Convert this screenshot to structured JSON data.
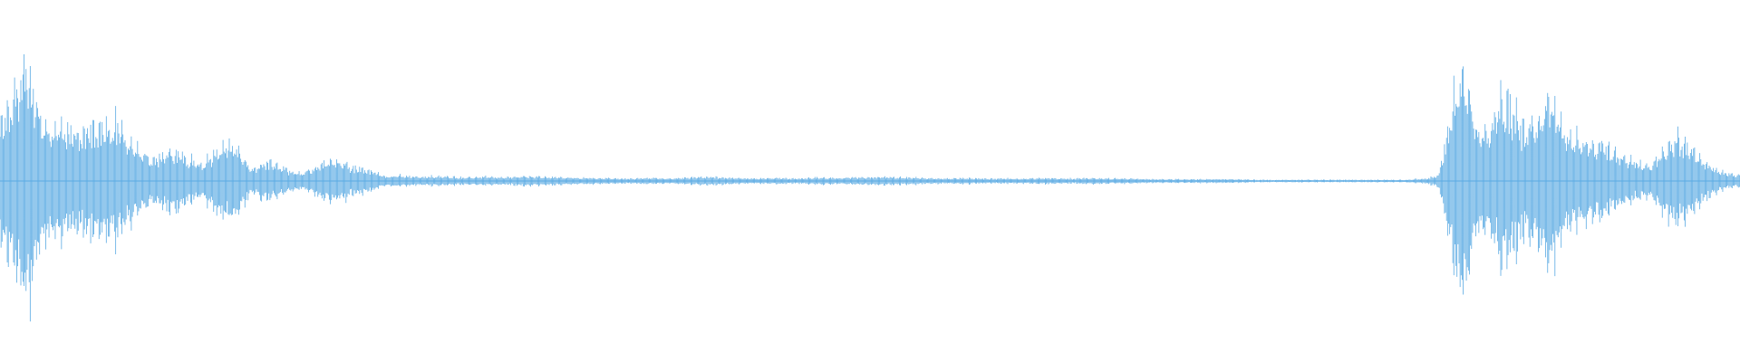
{
  "waveform": {
    "color": "#5aaae3",
    "background": "#ffffff",
    "envelope": [
      [
        0.0,
        0.55
      ],
      [
        0.4,
        0.62
      ],
      [
        0.8,
        0.8
      ],
      [
        1.3,
        1.0
      ],
      [
        1.8,
        0.62
      ],
      [
        2.4,
        0.45
      ],
      [
        3.2,
        0.42
      ],
      [
        4.0,
        0.44
      ],
      [
        4.8,
        0.46
      ],
      [
        5.6,
        0.48
      ],
      [
        6.4,
        0.3
      ],
      [
        7.2,
        0.18
      ],
      [
        8.0,
        0.25
      ],
      [
        8.8,
        0.22
      ],
      [
        9.6,
        0.12
      ],
      [
        10.4,
        0.28
      ],
      [
        11.2,
        0.3
      ],
      [
        12.0,
        0.1
      ],
      [
        12.8,
        0.17
      ],
      [
        13.6,
        0.1
      ],
      [
        14.4,
        0.06
      ],
      [
        15.2,
        0.13
      ],
      [
        16.0,
        0.18
      ],
      [
        16.8,
        0.12
      ],
      [
        17.6,
        0.09
      ],
      [
        18.4,
        0.04
      ],
      [
        19.0,
        0.045
      ],
      [
        20.0,
        0.035
      ],
      [
        21.0,
        0.04
      ],
      [
        22.0,
        0.03
      ],
      [
        23.0,
        0.035
      ],
      [
        24.0,
        0.03
      ],
      [
        25.0,
        0.04
      ],
      [
        26.0,
        0.035
      ],
      [
        27.0,
        0.03
      ],
      [
        28.0,
        0.025
      ],
      [
        29.0,
        0.025
      ],
      [
        30.0,
        0.02
      ],
      [
        31.0,
        0.025
      ],
      [
        32.0,
        0.02
      ],
      [
        33.0,
        0.03
      ],
      [
        34.0,
        0.035
      ],
      [
        35.0,
        0.025
      ],
      [
        36.0,
        0.02
      ],
      [
        37.0,
        0.025
      ],
      [
        38.0,
        0.02
      ],
      [
        39.0,
        0.03
      ],
      [
        40.0,
        0.025
      ],
      [
        41.0,
        0.03
      ],
      [
        42.0,
        0.035
      ],
      [
        43.0,
        0.03
      ],
      [
        44.0,
        0.025
      ],
      [
        45.0,
        0.02
      ],
      [
        46.0,
        0.025
      ],
      [
        47.0,
        0.02
      ],
      [
        48.0,
        0.02
      ],
      [
        49.0,
        0.02
      ],
      [
        50.0,
        0.025
      ],
      [
        51.0,
        0.02
      ],
      [
        52.0,
        0.025
      ],
      [
        53.0,
        0.02
      ],
      [
        54.0,
        0.02
      ],
      [
        55.0,
        0.015
      ],
      [
        56.0,
        0.015
      ],
      [
        57.0,
        0.015
      ],
      [
        58.0,
        0.015
      ],
      [
        59.0,
        0.015
      ],
      [
        60.0,
        0.01
      ],
      [
        61.0,
        0.01
      ],
      [
        62.0,
        0.01
      ],
      [
        63.0,
        0.01
      ],
      [
        64.0,
        0.01
      ],
      [
        65.0,
        0.01
      ],
      [
        66.0,
        0.01
      ],
      [
        67.0,
        0.01
      ],
      [
        68.0,
        0.02
      ],
      [
        68.6,
        0.05
      ],
      [
        69.0,
        0.35
      ],
      [
        69.4,
        0.78
      ],
      [
        69.9,
        0.95
      ],
      [
        70.4,
        0.45
      ],
      [
        71.0,
        0.38
      ],
      [
        71.6,
        0.7
      ],
      [
        72.2,
        0.62
      ],
      [
        72.8,
        0.42
      ],
      [
        73.4,
        0.55
      ],
      [
        74.0,
        0.7
      ],
      [
        74.6,
        0.42
      ],
      [
        75.2,
        0.35
      ],
      [
        75.8,
        0.3
      ],
      [
        76.4,
        0.33
      ],
      [
        77.0,
        0.25
      ],
      [
        77.6,
        0.18
      ],
      [
        78.2,
        0.15
      ],
      [
        78.8,
        0.13
      ],
      [
        79.4,
        0.28
      ],
      [
        80.0,
        0.35
      ],
      [
        80.6,
        0.3
      ],
      [
        81.2,
        0.18
      ],
      [
        81.8,
        0.1
      ],
      [
        82.4,
        0.06
      ],
      [
        83.0,
        0.05
      ]
    ]
  }
}
